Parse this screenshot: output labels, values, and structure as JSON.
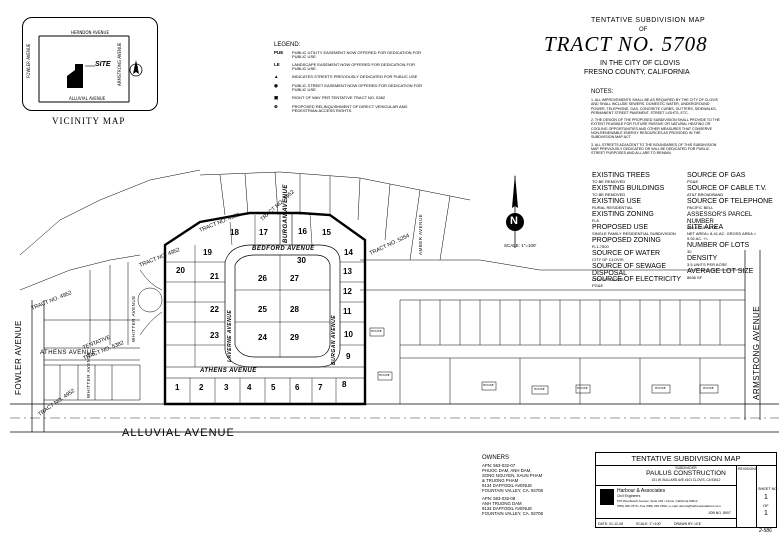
{
  "header": {
    "line1": "TENTATIVE SUBDIVISION MAP",
    "line2": "OF",
    "title": "TRACT NO. 5708",
    "loc1": "IN THE CITY OF CLOVIS",
    "loc2": "FRESNO COUNTY, CALIFORNIA"
  },
  "vicinity": {
    "caption": "VICINITY MAP",
    "site": "SITE",
    "n": "N",
    "streets": [
      "HERNDON AVENUE",
      "FOWLER AVENUE",
      "ALLUVIAL AVENUE",
      "ARMSTRONG AVENUE"
    ]
  },
  "legend": {
    "title": "LEGEND:",
    "items": [
      {
        "code": "PUE",
        "text": "PUBLIC UTILITY EASEMENT NOW OFFERED FOR DEDICATION FOR PUBLIC USE."
      },
      {
        "code": "LE",
        "text": "LANDSCAPE EASEMENT NOW OFFERED FOR DEDICATION FOR PUBLIC USE."
      },
      {
        "code": "▲",
        "text": "INDICATES STREETS PREVIOUSLY DEDICATED FOR PUBLIC USE"
      },
      {
        "code": "◉",
        "text": "PUBLIC STREET EASEMENT NOW OFFERED FOR DEDICATION FOR PUBLIC USE."
      },
      {
        "code": "▣",
        "text": "RIGHT OF WAY PER TENTATIVE TRACT NO. 5382"
      },
      {
        "code": "⊕",
        "text": "PROPOSED RELINQUISHMENT OF DIRECT VEHICULAR AND PEDESTRIAN ACCESS RIGHTS."
      }
    ]
  },
  "notes": {
    "title": "NOTES:",
    "items": [
      "1. ALL IMPROVEMENTS SHALL BE AS REQUIRED BY THE CITY OF CLOVIS AND SHALL INCLUDE SEWERS, DOMESTIC WATER, UNDERGROUND POWER, TELEPHONE, GAS, CONCRETE CURBS, GUTTERS, SIDEWALKS, PERMANENT STREET PAVEMENT, STREET LIGHTS, ETC.",
      "2. THE DESIGN OF THE PROPOSED SUBDIVISION SHALL PROVIDE TO THE EXTENT FEASIBLE FOR FUTURE PASSIVE OR NATURAL HEATING OR COOLING OPPORTUNITIES AND OTHER MEASURES THAT CONSERVE NON-RENEWABLE ENERGY RESOURCES AS PROVIDED IN THE SUBDIVISION MAP ACT.",
      "3. ALL STREETS ADJACENT TO THE BOUNDARIES OF THIS SUBDIVISION MAP PREVIOUSLY DEDICATED OR WILL BE DEDICATED FOR PUBLIC STREET PURPOSES AND ALL ARE TO REMAIN."
    ]
  },
  "info_left": [
    {
      "label": "EXISTING TREES",
      "value": "TO BE REMOVED"
    },
    {
      "label": "EXISTING BUILDINGS",
      "value": "TO BE REMOVED"
    },
    {
      "label": "EXISTING USE",
      "value": "RURAL RESIDENTIAL"
    },
    {
      "label": "EXISTING ZONING",
      "value": "R-A"
    },
    {
      "label": "PROPOSED USE",
      "value": "SINGLE FAMILY RESIDENTIAL SUBDIVISION"
    },
    {
      "label": "PROPOSED ZONING",
      "value": "R-1-7500"
    },
    {
      "label": "SOURCE OF WATER",
      "value": "CITY OF CLOVIS"
    },
    {
      "label": "SOURCE OF SEWAGE DISPOSAL",
      "value": "CITY OF CLOVIS"
    },
    {
      "label": "SOURCE OF ELECTRICITY",
      "value": "PG&E"
    }
  ],
  "info_right": [
    {
      "label": "SOURCE OF GAS",
      "value": "PG&E"
    },
    {
      "label": "SOURCE OF CABLE T.V.",
      "value": "AT&T BROADBAND"
    },
    {
      "label": "SOURCE OF TELEPHONE",
      "value": "PACIFIC BELL"
    },
    {
      "label": "ASSESSOR'S PARCEL NUMBER",
      "value": "563-032-07 & 08"
    },
    {
      "label": "SITE AREA",
      "value": "NET AREA= 8.41 AC.  GROSS AREA = 9.92 AC. +/-"
    },
    {
      "label": "NUMBER OF LOTS",
      "value": "30"
    },
    {
      "label": "DENSITY",
      "value": "3.5 UNITS PER ACRE"
    },
    {
      "label": "AVERAGE LOT SIZE",
      "value": "8636 SF"
    }
  ],
  "north": {
    "n": "N",
    "scale": "SCALE: 1\"=100'"
  },
  "map": {
    "streets": {
      "alluvial": "ALLUVIAL AVENUE",
      "fowler": "FOWLER AVENUE",
      "armstrong": "ARMSTRONG AVENUE",
      "athens_w": "ATHENS AVENUE",
      "athens": "ATHENS AVENUE",
      "bedford": "BEDFORD AVENUE",
      "burgan_n": "BURGAN AVENUE",
      "burgan_s": "BURGAN AVENUE",
      "laverne": "LAVERNE AVENUE",
      "whitter": "WHITTER AVENUE",
      "whitter2": "WHITTER AVENUE",
      "amber": "AMBER AVENUE"
    },
    "tracts": {
      "t4952a": "TRACT NO. 4952",
      "t4952b": "TRACT NO. 4952",
      "t4952c": "TRACT NO. 4952",
      "t4952d": "TRACT NO. 4952",
      "t5254": "TRACT NO. 5254",
      "t5382a": "TENTATIVE",
      "t5382b": "TRACT NO. 5382"
    },
    "lots": [
      "1",
      "2",
      "3",
      "4",
      "5",
      "6",
      "7",
      "8",
      "9",
      "10",
      "11",
      "12",
      "13",
      "14",
      "15",
      "16",
      "17",
      "18",
      "19",
      "20",
      "21",
      "22",
      "23",
      "24",
      "25",
      "26",
      "27",
      "28",
      "29",
      "30"
    ],
    "house_label": "HOUSE"
  },
  "owners": {
    "title": "OWNERS",
    "block1": [
      "APN: 563-032-07",
      "PHUOC DAM, ANH DAM,",
      "SONG NGUYEN, XAUN PHAM",
      "& TRUONG PHAM",
      "9134 DAFFODIL AVENUE",
      "FOUNTAIN VALLEY, CA. 92708"
    ],
    "block2": [
      "APN: 563-032-08",
      "ANH TRUONG DAM",
      "9134 DAFFODIL AVENUE",
      "FOUNTAIN VALLEY, CA. 92708"
    ]
  },
  "titleblock": {
    "title": "TENTATIVE SUBDIVISION MAP",
    "sub": "SUBDIVIDER",
    "company": "PAULUS CONSTRUCTION",
    "company_addr": "151 W. BULLARD AVE #101  CLOVIS, CA 93612",
    "firm": "Harbour & Associates",
    "firm2": "Civil Engineers",
    "firm3": "575 Woodworth Avenue, Suite 103 • Clovis, California 93612",
    "firm4": "(559) 325-7676 • Fax (559) 325-7699 • e-mail: dennis@harbourandassoc.com",
    "revisions": "REVISIONS",
    "sheet_label": "SHEET NO.",
    "sheet_no": "1",
    "of": "OF",
    "sheet_total": "1",
    "date": "DATE: 01-12-08",
    "scale": "SCALE: 1\"=100'",
    "drawn": "DRAWN BY: LEE",
    "job": "JOB NO. 8907",
    "drawing_no": "2-586"
  }
}
